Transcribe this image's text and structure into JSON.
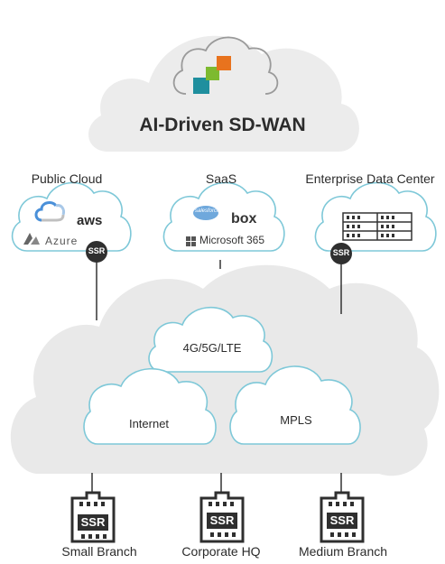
{
  "header": {
    "title": "AI-Driven SD-WAN"
  },
  "sites": {
    "public_cloud": {
      "label": "Public Cloud",
      "providers": [
        "aws",
        "Azure"
      ],
      "router": "SSR"
    },
    "saas": {
      "label": "SaaS",
      "providers": [
        "salesforce",
        "box",
        "Microsoft 365"
      ]
    },
    "datacenter": {
      "label": "Enterprise Data Center",
      "router": "SSR"
    }
  },
  "transport": {
    "lte": "4G/5G/LTE",
    "internet": "Internet",
    "mpls": "MPLS"
  },
  "branches": [
    {
      "label": "Small Branch",
      "router": "SSR"
    },
    {
      "label": "Corporate HQ",
      "router": "SSR"
    },
    {
      "label": "Medium Branch",
      "router": "SSR"
    }
  ],
  "colors": {
    "cloud_fill": "#ececec",
    "cloud_outline": "#7ec8d8",
    "teal": "#1f8f9e",
    "green": "#7dba2f",
    "orange": "#e8731e",
    "dark": "#2f2f2f"
  },
  "icons": [
    "cloud-icon",
    "google-cloud-icon",
    "azure-icon",
    "salesforce-icon",
    "windows-icon",
    "server-rack-icon",
    "building-icon"
  ]
}
